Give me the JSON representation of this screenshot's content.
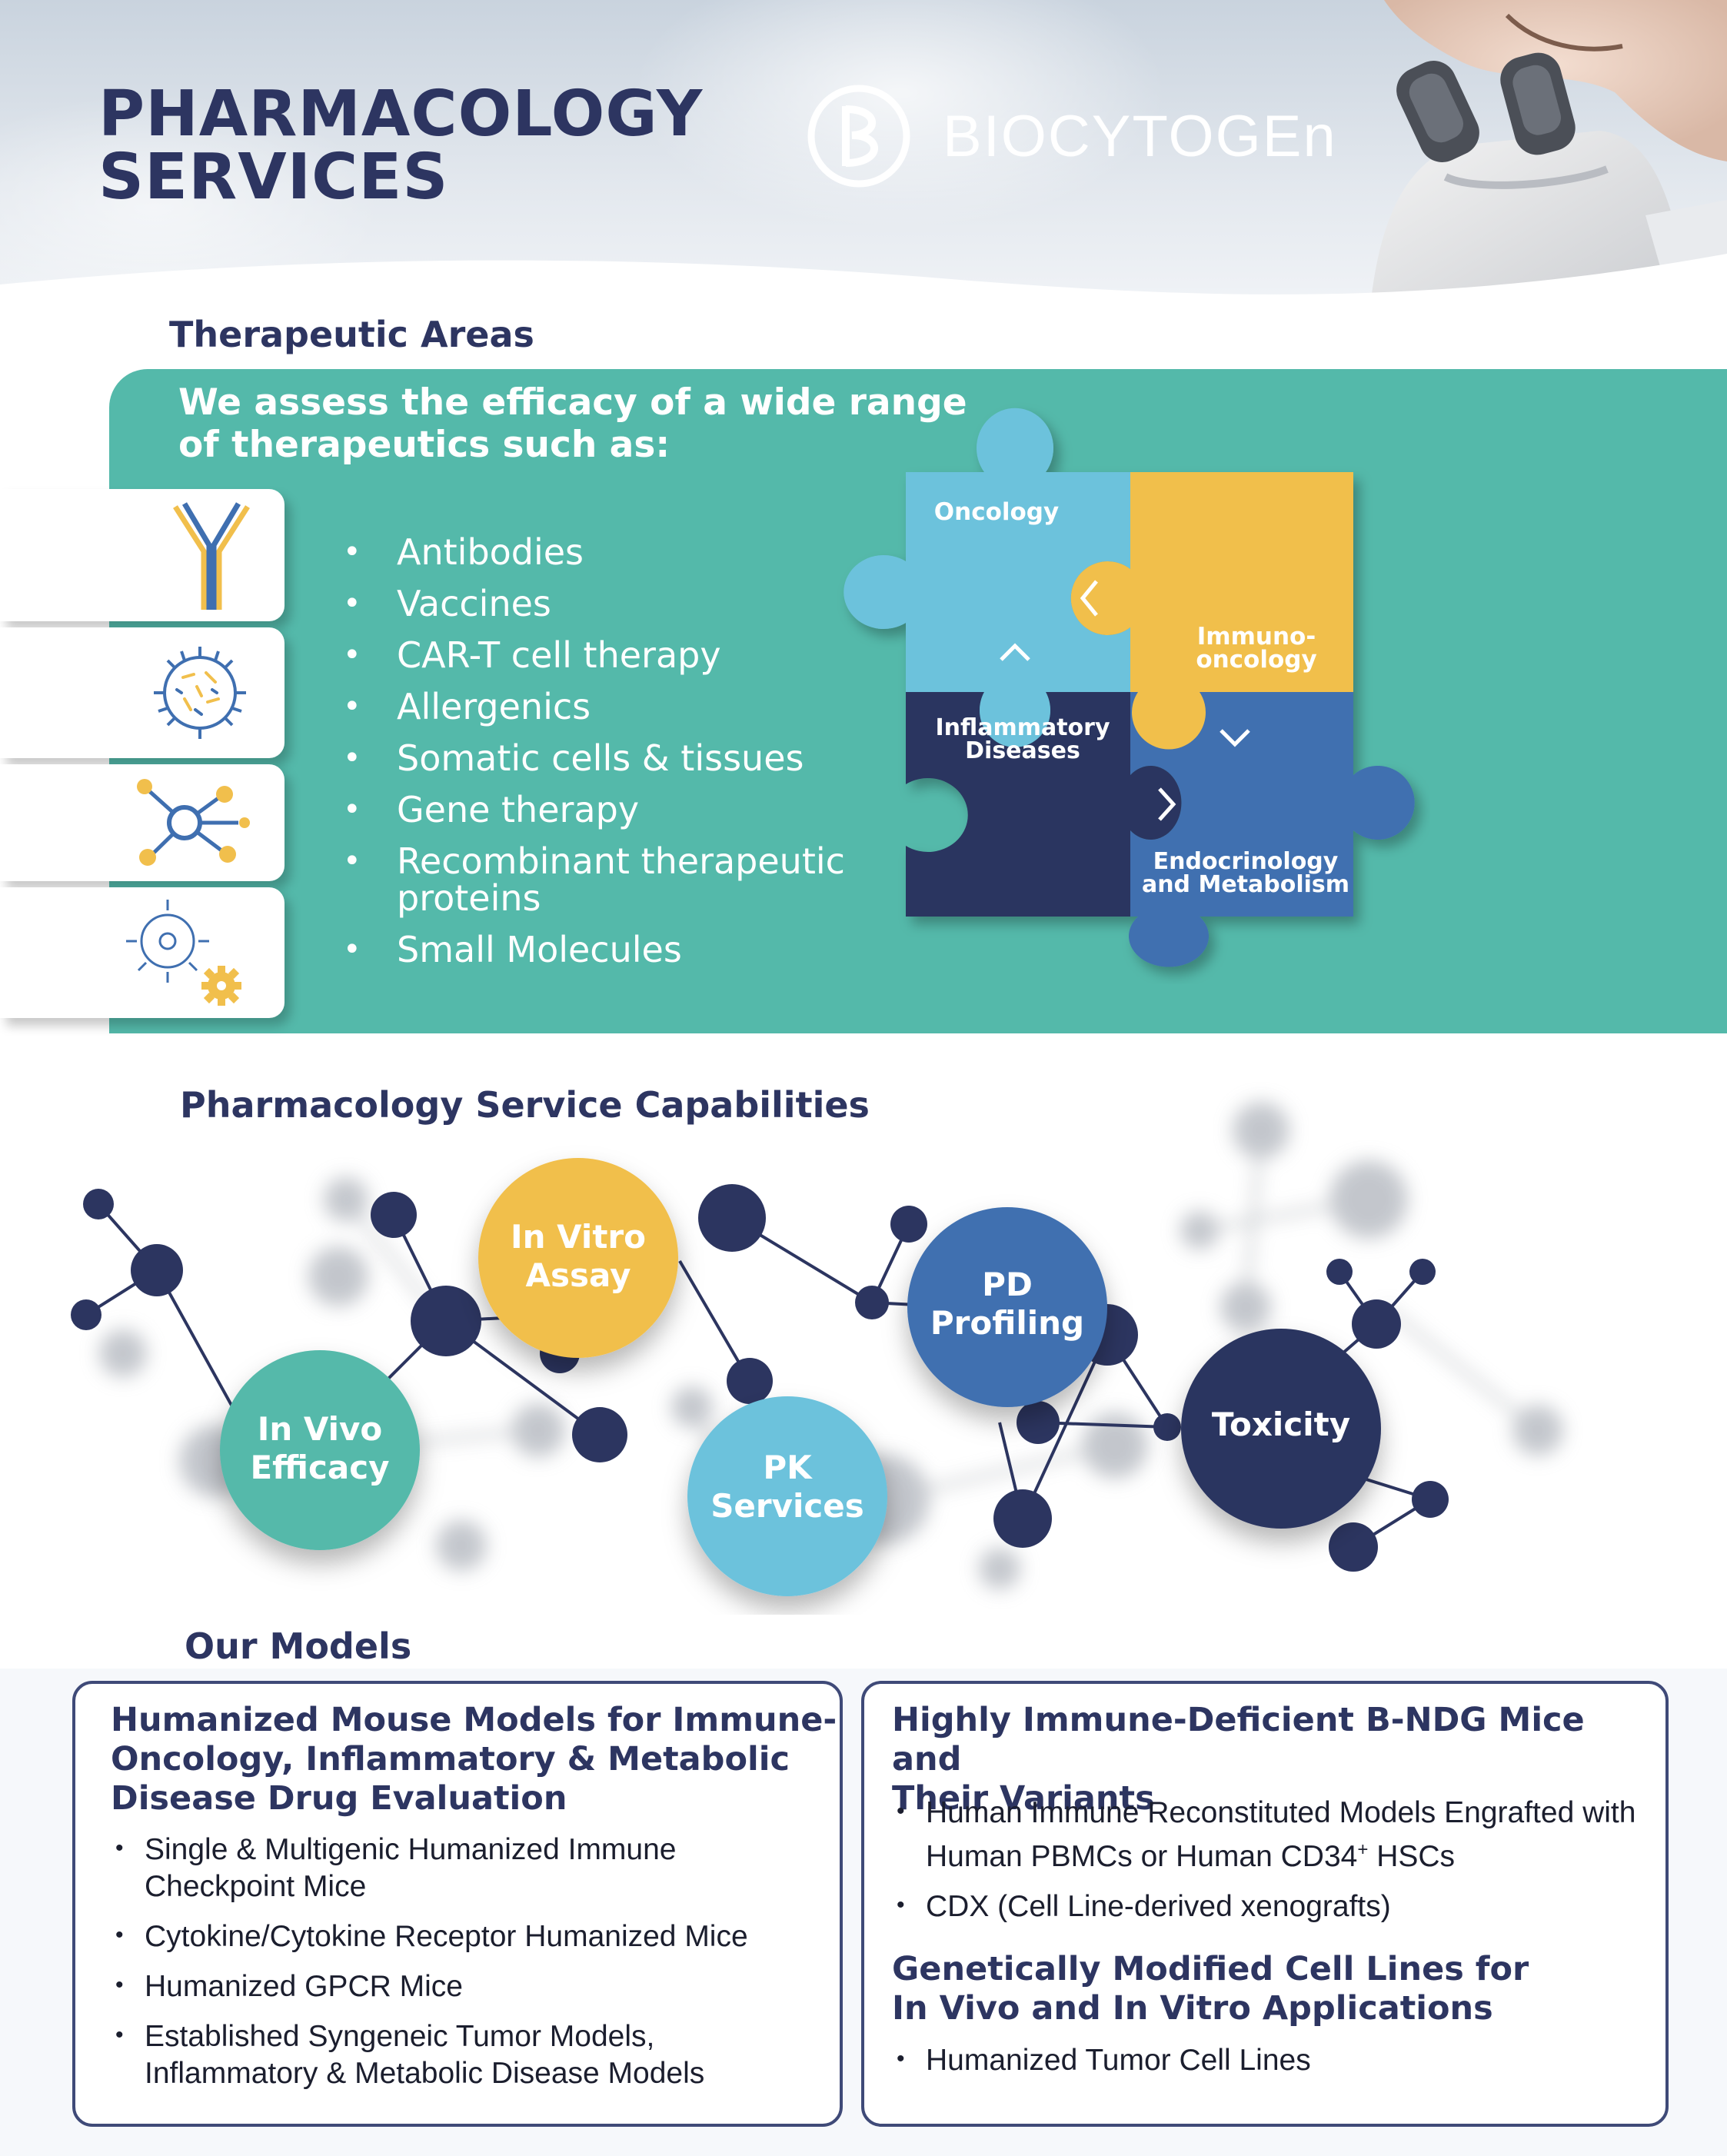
{
  "header": {
    "title_line1": "PHARMACOLOGY",
    "title_line2": "SERVICES",
    "logo_text": "BIOCYTOGEn"
  },
  "therapeutic": {
    "heading": "Therapeutic Areas",
    "intro_line1": "We assess the efficacy of a wide range",
    "intro_line2": "of therapeutics such as:",
    "items": [
      "Antibodies",
      "Vaccines",
      "CAR-T cell therapy",
      "Allergenics",
      "Somatic cells & tissues",
      "Gene therapy",
      "Recombinant therapeutic proteins",
      "Small Molecules"
    ],
    "recombinant_line1": "Recombinant therapeutic",
    "recombinant_line2": "proteins",
    "card_icons": [
      "antibody-icon",
      "virus-icon",
      "cell-network-icon",
      "cell-gear-icon"
    ],
    "puzzle": {
      "oncology": "Oncology",
      "immuno_line1": "Immuno-",
      "immuno_line2": "oncology",
      "inflammatory_line1": "Inflammatory",
      "inflammatory_line2": "Diseases",
      "endo_line1": "Endocrinology",
      "endo_line2": "and Metabolism"
    }
  },
  "capabilities": {
    "heading": "Pharmacology Service Capabilities",
    "in_vitro_line1": "In Vitro",
    "in_vitro_line2": "Assay",
    "in_vivo_line1": "In Vivo",
    "in_vivo_line2": "Efficacy",
    "pd_line1": "PD",
    "pd_line2": "Profiling",
    "pk_line1": "PK",
    "pk_line2": "Services",
    "toxicity": "Toxicity"
  },
  "models": {
    "heading": "Our Models",
    "left": {
      "title_line1": "Humanized Mouse Models for Immune-",
      "title_line2": "Oncology, Inflammatory & Metabolic",
      "title_line3": "Disease Drug Evaluation",
      "item1_line1": "Single & Multigenic Humanized Immune",
      "item1_line2": "Checkpoint Mice",
      "item2": "Cytokine/Cytokine Receptor Humanized Mice",
      "item3": "Humanized GPCR Mice",
      "item4_line1": "Established Syngeneic Tumor Models,",
      "item4_line2": "Inflammatory & Metabolic Disease Models"
    },
    "right": {
      "title1_line1": "Highly Immune-Deficient B-NDG Mice and",
      "title1_line2": "Their Variants",
      "item1_line1": "Human Immune Reconstituted Models Engrafted with",
      "item1_line2a": "Human PBMCs or Human CD34",
      "item1_sup": "+",
      "item1_line2b": " HSCs",
      "item2": "CDX (Cell Line-derived xenografts)",
      "title2_line1": "Genetically Modified Cell Lines for",
      "title2_line2": "In Vivo and In Vitro Applications",
      "item3": "Humanized Tumor Cell Lines"
    }
  },
  "colors": {
    "navy": "#2d3561",
    "teal": "#54b9aa",
    "gold": "#f1bf4c",
    "sky": "#6cc2dc",
    "blue": "#3f6fb0",
    "dark_navy": "#2c3560"
  }
}
